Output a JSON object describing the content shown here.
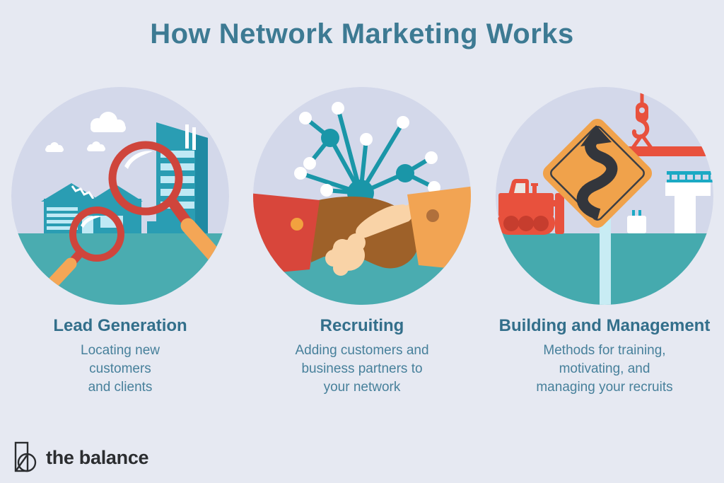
{
  "title": "How Network Marketing Works",
  "steps": [
    {
      "title": "Lead Generation",
      "description_lines": [
        "Locating new",
        "customers",
        "and clients"
      ],
      "icon": "magnifying-glasses-over-city-icon"
    },
    {
      "title": "Recruiting",
      "description_lines": [
        "Adding customers and",
        "business partners to",
        "your network"
      ],
      "icon": "handshake-with-network-icon"
    },
    {
      "title": "Building and Management",
      "description_lines": [
        "Methods for training,",
        "motivating, and",
        "managing your recruits"
      ],
      "icon": "winding-road-sign-construction-icon"
    }
  ],
  "brand": {
    "name": "the balance"
  },
  "colors": {
    "background": "#e6e9f2",
    "circle_background": "#d3d8ea",
    "title_text": "#3d7a93",
    "heading_text": "#336f8b",
    "body_text": "#47809b",
    "teal_ground": "#4aacb0",
    "teal_building": "#2a9db3",
    "teal_building_shade": "#1f8aa3",
    "light_blue": "#bfe9f5",
    "magnifier_red": "#cf453c",
    "bright_red": "#e8513d",
    "orange": "#f4a656",
    "sign_orange": "#f0a24b",
    "network_teal": "#1a96a8",
    "hand_brown": "#9e6129",
    "hand_skin": "#f9d3a7",
    "arrow_dark": "#33363c",
    "logo_text": "#2b2d30"
  }
}
